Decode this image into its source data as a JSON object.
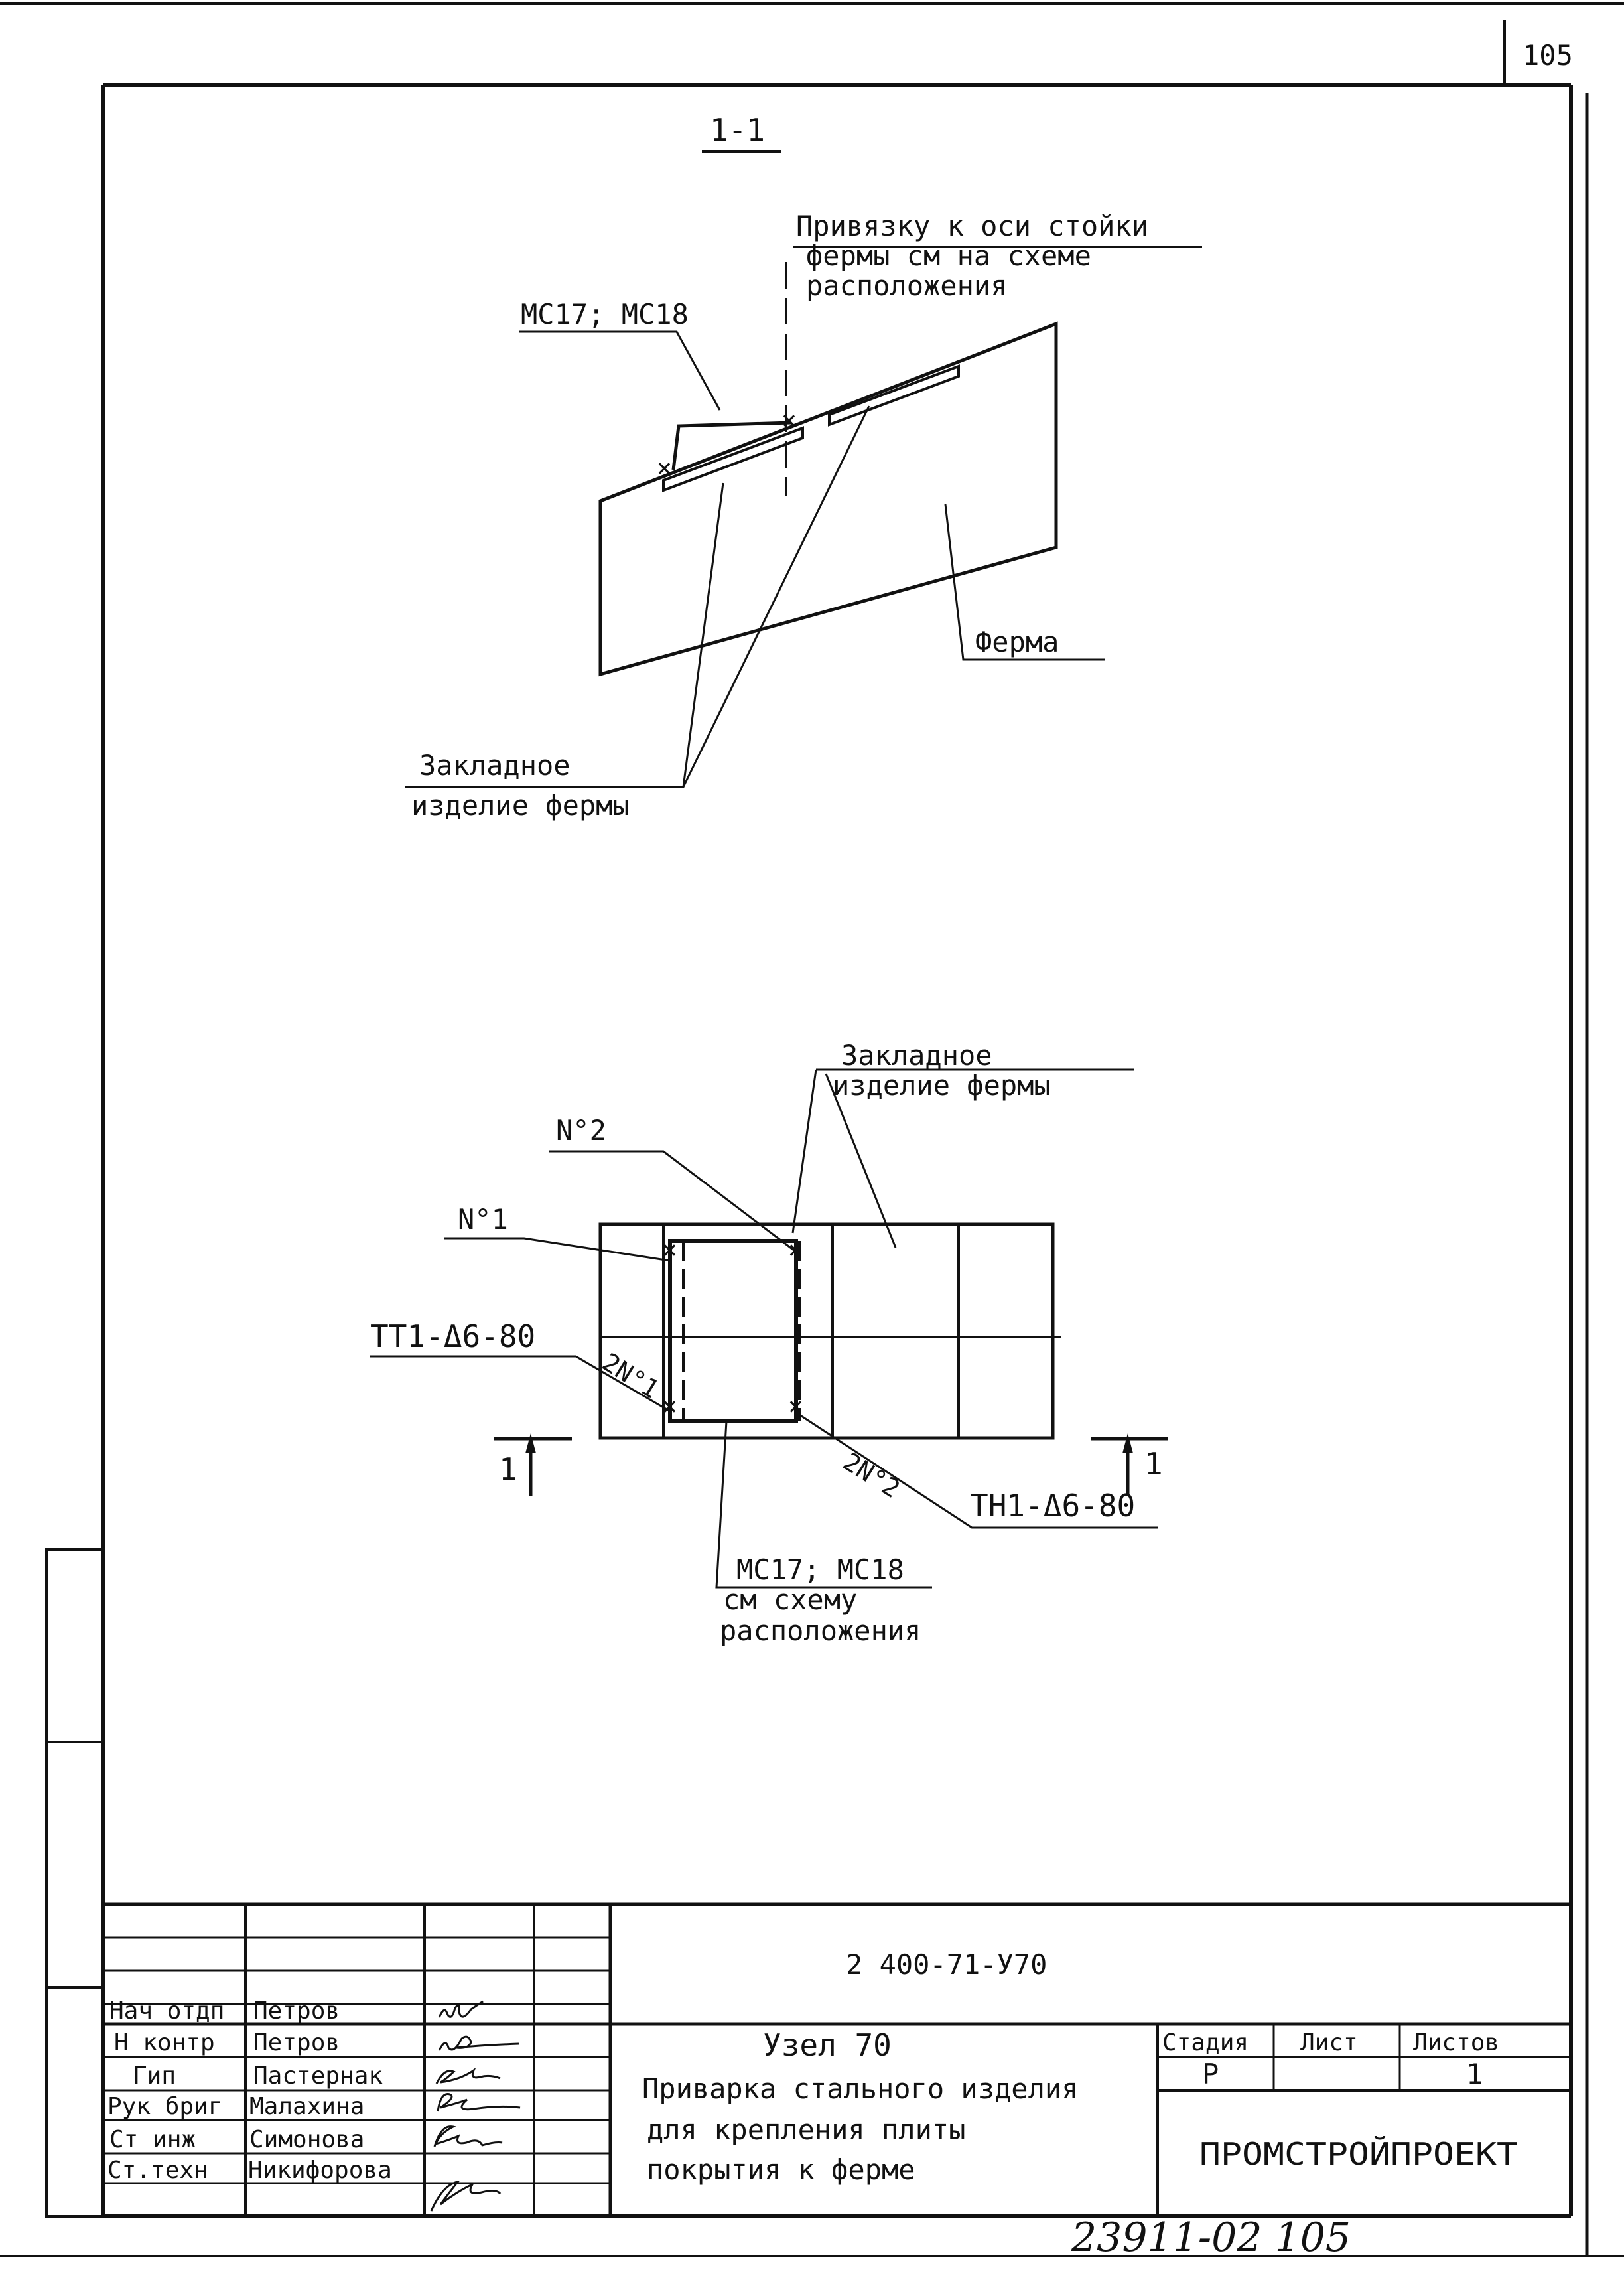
{
  "sheet": {
    "page_number": "105",
    "handwritten_archive_no": "23911-02 105"
  },
  "section": {
    "label": "1-1",
    "note_axis_line1": "Привязку к оси стойки",
    "note_axis_line2": "фермы см на схеме",
    "note_axis_line3": "расположения",
    "label_mc_top": "МС17; МС18",
    "label_truss": "Ферма",
    "label_embedded_line1": "Закладное",
    "label_embedded_line2": "изделие фермы"
  },
  "plan": {
    "label_embedded_line1": "Закладное",
    "label_embedded_line2": "изделие фермы",
    "label_n2": "N°2",
    "label_n1": "N°1",
    "weld_left": "ТТ1-Δ6-80",
    "weld_left_count": "2N°1",
    "weld_right": "ТН1-Δ6-80",
    "weld_right_count": "2N°2",
    "cut_label_left": "1",
    "cut_label_right": "1",
    "label_mc_line1": "МС17; МС18",
    "label_mc_line2": "см схему",
    "label_mc_line3": "расположения"
  },
  "title_block": {
    "doc_code": "2 400-71-У70",
    "roles": [
      {
        "role": "Нач отдп",
        "name": "Петров"
      },
      {
        "role": "Н контр",
        "name": "Петров"
      },
      {
        "role": "Гип",
        "name": "Пастернак"
      },
      {
        "role": "Рук бриг",
        "name": "Малахина"
      },
      {
        "role": "Ст инж",
        "name": "Симонова"
      },
      {
        "role": "Ст.техн",
        "name": "Никифорова"
      }
    ],
    "node_title": "Узел 70",
    "desc_line1": "Приварка стального изделия",
    "desc_line2": "для крепления плиты",
    "desc_line3": "покрытия к ферме",
    "stage_header": "Стадия",
    "sheet_header": "Лист",
    "sheets_header": "Листов",
    "stage_value": "Р",
    "sheet_value": "",
    "sheets_value": "1",
    "organization": "ПРОМСТРОЙПРОЕКТ"
  }
}
